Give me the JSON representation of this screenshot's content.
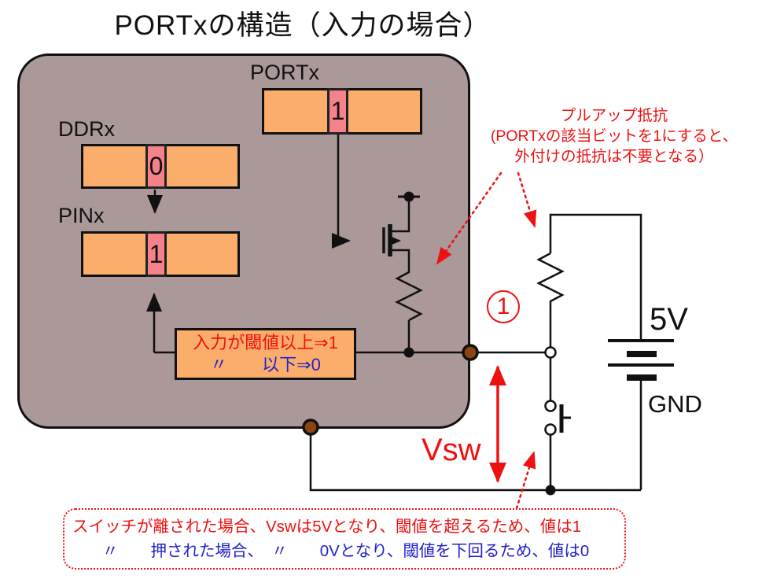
{
  "title": "PORTxの構造（入力の場合）",
  "chip": {
    "portx_label": "PORTx",
    "portx_value": "1",
    "ddrx_label": "DDRx",
    "ddrx_value": "0",
    "pinx_label": "PINx",
    "pinx_value": "1",
    "threshold_line1": "入力が閾値以上⇒1",
    "threshold_line2": "〃　　以下⇒0"
  },
  "annotations": {
    "pullup_line1": "プルアップ抵抗",
    "pullup_line2": "(PORTxの該当ビットを1にすると、",
    "pullup_line3": "外付けの抵抗は不要となる）",
    "node_number": "1",
    "vsw_label": "Vsw",
    "bottom_line1": "スイッチが離された場合、Vswは5Vとなり、閾値を超えるため、値は1",
    "bottom_line2": "〃　　押された場合、　〃　　0Vとなり、閾値を下回るため、値は0"
  },
  "circuit": {
    "supply_label": "5V",
    "ground_label": "GND"
  },
  "colors": {
    "mcu_body": "#AB9898",
    "register_fill": "#FBAE6C",
    "bit_cell_fill": "#F5828A",
    "annotation_red": "#EE1111",
    "annotation_blue": "#2222CC",
    "pin_brown": "#8B4513",
    "wire_black": "#111111"
  }
}
